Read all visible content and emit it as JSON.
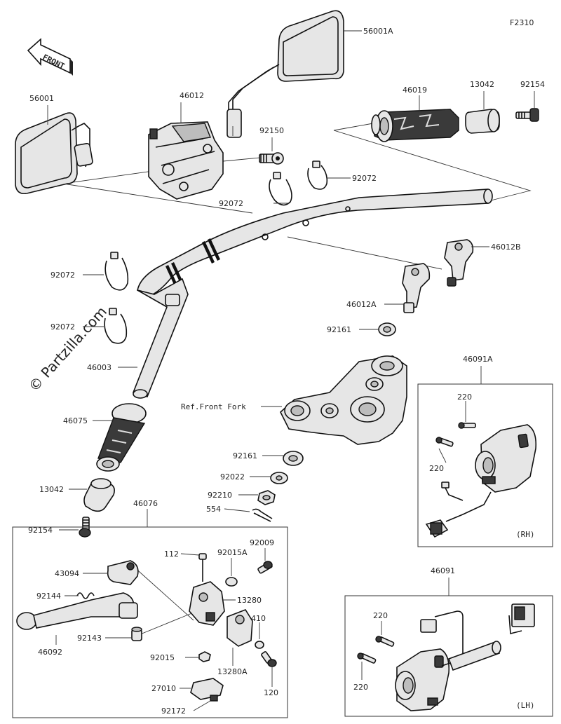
{
  "figure_code": "F2310",
  "front_label": "FRONT",
  "watermark": "© Partzilla.com",
  "ref_front_fork": "Ref.Front Fork",
  "box_rh": "(RH)",
  "box_lh": "(LH)",
  "parts": {
    "p56001A": "56001A",
    "p56001": "56001",
    "p46012": "46012",
    "p92150": "92150",
    "p92072a": "92072",
    "p92072b": "92072",
    "p92072c": "92072",
    "p92072d": "92072",
    "p46019": "46019",
    "p13042a": "13042",
    "p92154a": "92154",
    "p46012B": "46012B",
    "p46012A": "46012A",
    "p92161a": "92161",
    "p46003": "46003",
    "p46075": "46075",
    "p46091A": "46091A",
    "p220a": "220",
    "p220b": "220",
    "p92161b": "92161",
    "p92022": "92022",
    "p92210": "92210",
    "p554": "554",
    "p13042b": "13042",
    "p92154b": "92154",
    "p46076": "46076",
    "p92009": "92009",
    "p112": "112",
    "p92015A": "92015A",
    "p43094": "43094",
    "p13280": "13280",
    "p92144": "92144",
    "p410": "410",
    "p92143": "92143",
    "p46092": "46092",
    "p92015": "92015",
    "p13280A": "13280A",
    "p120": "120",
    "p27010": "27010",
    "p92172": "92172",
    "p46091": "46091",
    "p220c": "220",
    "p220d": "220"
  }
}
